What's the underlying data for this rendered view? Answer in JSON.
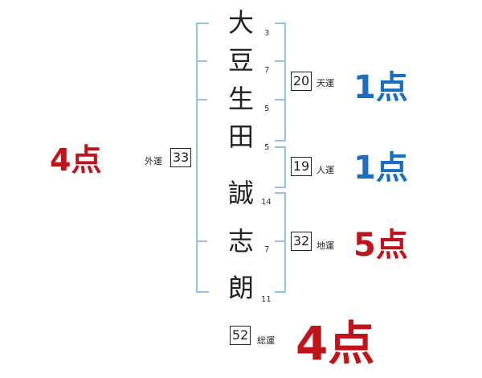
{
  "name": {
    "chars": [
      {
        "char": "大",
        "strokes": "3"
      },
      {
        "char": "豆",
        "strokes": "7"
      },
      {
        "char": "生",
        "strokes": "5"
      },
      {
        "char": "田",
        "strokes": "5"
      },
      {
        "char": "誠",
        "strokes": "14"
      },
      {
        "char": "志",
        "strokes": "7"
      },
      {
        "char": "朗",
        "strokes": "11"
      }
    ]
  },
  "fortunes": {
    "tenkaku": {
      "label": "天運",
      "value": "20",
      "score": "1点"
    },
    "jinkaku": {
      "label": "人運",
      "value": "19",
      "score": "1点"
    },
    "chikaku": {
      "label": "地運",
      "value": "32",
      "score": "5点"
    },
    "gaikaku": {
      "label": "外運",
      "value": "33",
      "score": "4点"
    },
    "soukaku": {
      "label": "総運",
      "value": "52",
      "score": "4点"
    }
  },
  "colors": {
    "blue": "#1a6fc0",
    "red": "#c0141a",
    "bracket": "#8fc3e8"
  }
}
